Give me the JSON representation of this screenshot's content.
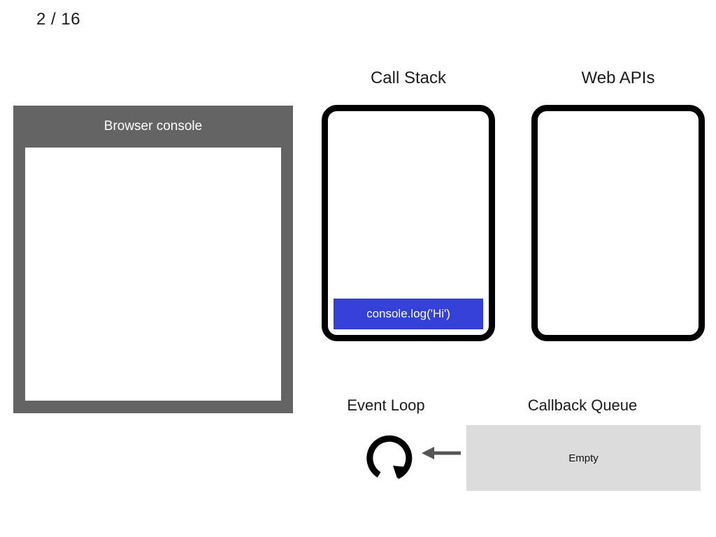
{
  "slide": {
    "counter": "2 / 16",
    "current": 2,
    "total": 16
  },
  "console_panel": {
    "title": "Browser console",
    "frame_color": "#646464",
    "screen_color": "#ffffff",
    "output_lines": []
  },
  "call_stack": {
    "title": "Call Stack",
    "border_color": "#000000",
    "frames": [
      {
        "label": "console.log('Hi')",
        "color": "#3440d8",
        "text_color": "#ffffff"
      }
    ]
  },
  "web_apis": {
    "title": "Web APIs",
    "border_color": "#000000",
    "items": []
  },
  "event_loop": {
    "title": "Event Loop",
    "icon": "circular-arrow-icon",
    "icon_color": "#000000",
    "arrow_icon": "left-arrow-icon",
    "arrow_color": "#555555",
    "arrow_direction": "left"
  },
  "callback_queue": {
    "title": "Callback Queue",
    "box_color": "#dcdcdc",
    "empty_label": "Empty",
    "items": []
  }
}
